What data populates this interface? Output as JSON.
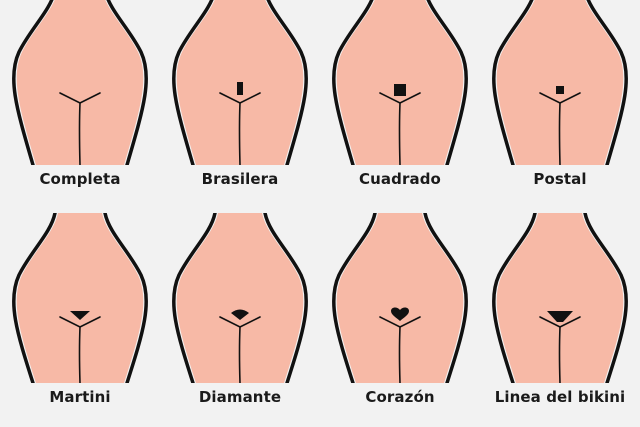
{
  "colors": {
    "skin": "#f7b9a6",
    "outline": "#111111",
    "background": "#f2f2f2"
  },
  "styles": [
    {
      "label": "Completa",
      "shape": "none"
    },
    {
      "label": "Brasilera",
      "shape": "strip"
    },
    {
      "label": "Cuadrado",
      "shape": "square"
    },
    {
      "label": "Postal",
      "shape": "small-square"
    },
    {
      "label": "Martini",
      "shape": "triangle"
    },
    {
      "label": "Diamante",
      "shape": "diamond"
    },
    {
      "label": "Corazón",
      "shape": "heart"
    },
    {
      "label": "Linea del bikini",
      "shape": "wide-triangle"
    }
  ]
}
